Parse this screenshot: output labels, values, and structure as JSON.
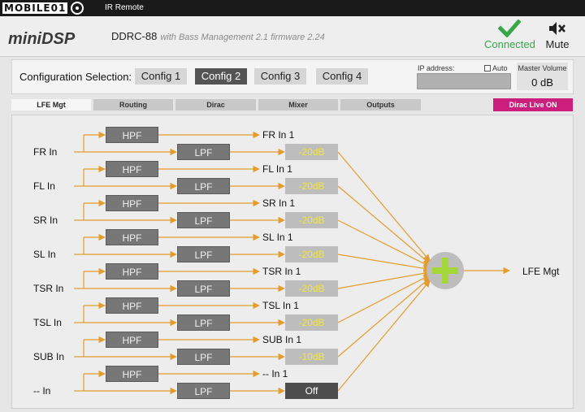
{
  "watermark": {
    "text": "MOBILE01"
  },
  "window": {
    "title": "IR Remote"
  },
  "header": {
    "brand": "miniDSP",
    "device": "DDRC-88",
    "subtitle": "with Bass Management 2.1 firmware 2.24",
    "status": "Connected",
    "mute": "Mute"
  },
  "config": {
    "label": "Configuration Selection:",
    "buttons": [
      "Config 1",
      "Config 2",
      "Config 3",
      "Config 4"
    ],
    "active_index": 1,
    "ip_label": "IP address:",
    "ip_value": "",
    "auto_label": "Auto",
    "auto_checked": false,
    "master_volume_label": "Master Volume",
    "master_volume_value": "0 dB"
  },
  "tabs": [
    "LFE Mgt",
    "Routing",
    "Dirac",
    "Mixer",
    "Outputs"
  ],
  "active_tab": 0,
  "dirac_button": "Dirac Live ON",
  "channels": [
    {
      "input": "FR In",
      "hpf": "HPF",
      "lpf": "LPF",
      "out": "FR In 1",
      "gain": "-20dB"
    },
    {
      "input": "FL In",
      "hpf": "HPF",
      "lpf": "LPF",
      "out": "FL In 1",
      "gain": "-20dB"
    },
    {
      "input": "SR In",
      "hpf": "HPF",
      "lpf": "LPF",
      "out": "SR In 1",
      "gain": "-20dB"
    },
    {
      "input": "SL In",
      "hpf": "HPF",
      "lpf": "LPF",
      "out": "SL In 1",
      "gain": "-20dB"
    },
    {
      "input": "TSR In",
      "hpf": "HPF",
      "lpf": "LPF",
      "out": "TSR In 1",
      "gain": "-20dB"
    },
    {
      "input": "TSL In",
      "hpf": "HPF",
      "lpf": "LPF",
      "out": "TSL In 1",
      "gain": "-20dB"
    },
    {
      "input": "SUB In",
      "hpf": "HPF",
      "lpf": "LPF",
      "out": "SUB In 1",
      "gain": "-10dB"
    },
    {
      "input": "-- In",
      "hpf": "HPF",
      "lpf": "LPF",
      "out": "-- In 1",
      "gain": "Off"
    }
  ],
  "output": "LFE Mgt",
  "colors": {
    "accent_active": "#545454",
    "connected": "#3aa64a",
    "dirac": "#cc1e7c",
    "connector": "#e39c2e",
    "gain_text": "#f3e63c",
    "summer_plus": "#a5d63a"
  }
}
